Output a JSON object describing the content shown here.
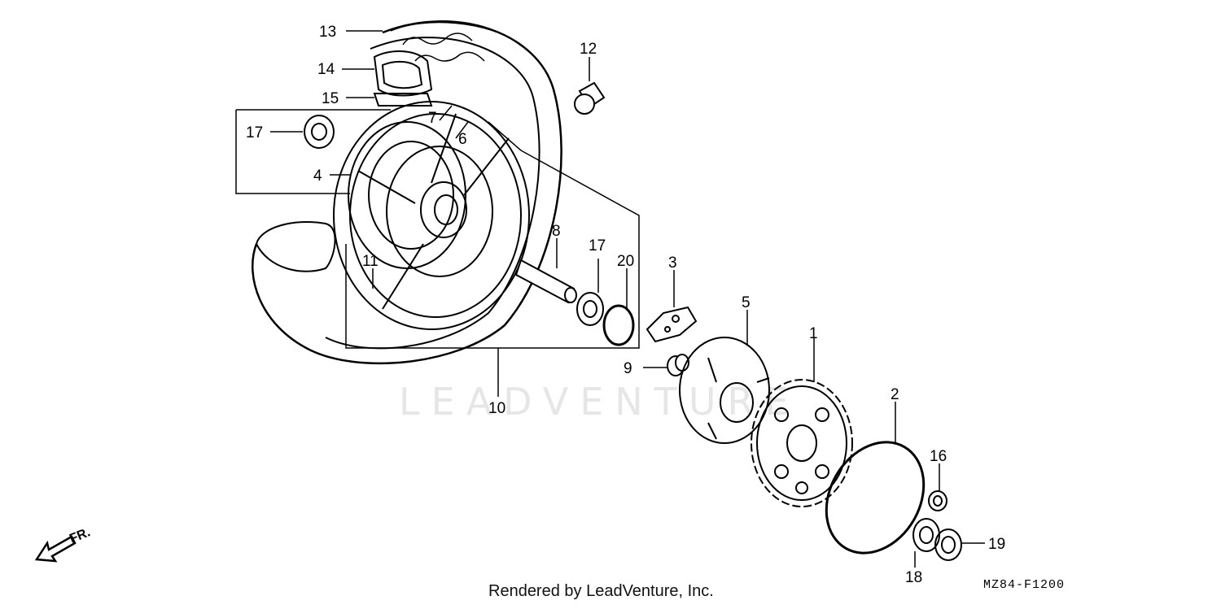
{
  "callouts": [
    {
      "id": "13",
      "label": "13"
    },
    {
      "id": "14",
      "label": "14"
    },
    {
      "id": "15",
      "label": "15"
    },
    {
      "id": "17a",
      "label": "17"
    },
    {
      "id": "4",
      "label": "4"
    },
    {
      "id": "7",
      "label": "7"
    },
    {
      "id": "6",
      "label": "6"
    },
    {
      "id": "12",
      "label": "12"
    },
    {
      "id": "8",
      "label": "8"
    },
    {
      "id": "17b",
      "label": "17"
    },
    {
      "id": "20",
      "label": "20"
    },
    {
      "id": "3",
      "label": "3"
    },
    {
      "id": "11",
      "label": "11"
    },
    {
      "id": "5",
      "label": "5"
    },
    {
      "id": "1",
      "label": "1"
    },
    {
      "id": "9",
      "label": "9"
    },
    {
      "id": "10",
      "label": "10"
    },
    {
      "id": "2",
      "label": "2"
    },
    {
      "id": "16",
      "label": "16"
    },
    {
      "id": "19",
      "label": "19"
    },
    {
      "id": "18",
      "label": "18"
    }
  ],
  "direction_marker": "FR.",
  "watermark_text": "LEADVENTURE",
  "footer_credit": "Rendered by LeadVenture, Inc.",
  "diagram_code": "MZ84-F1200"
}
